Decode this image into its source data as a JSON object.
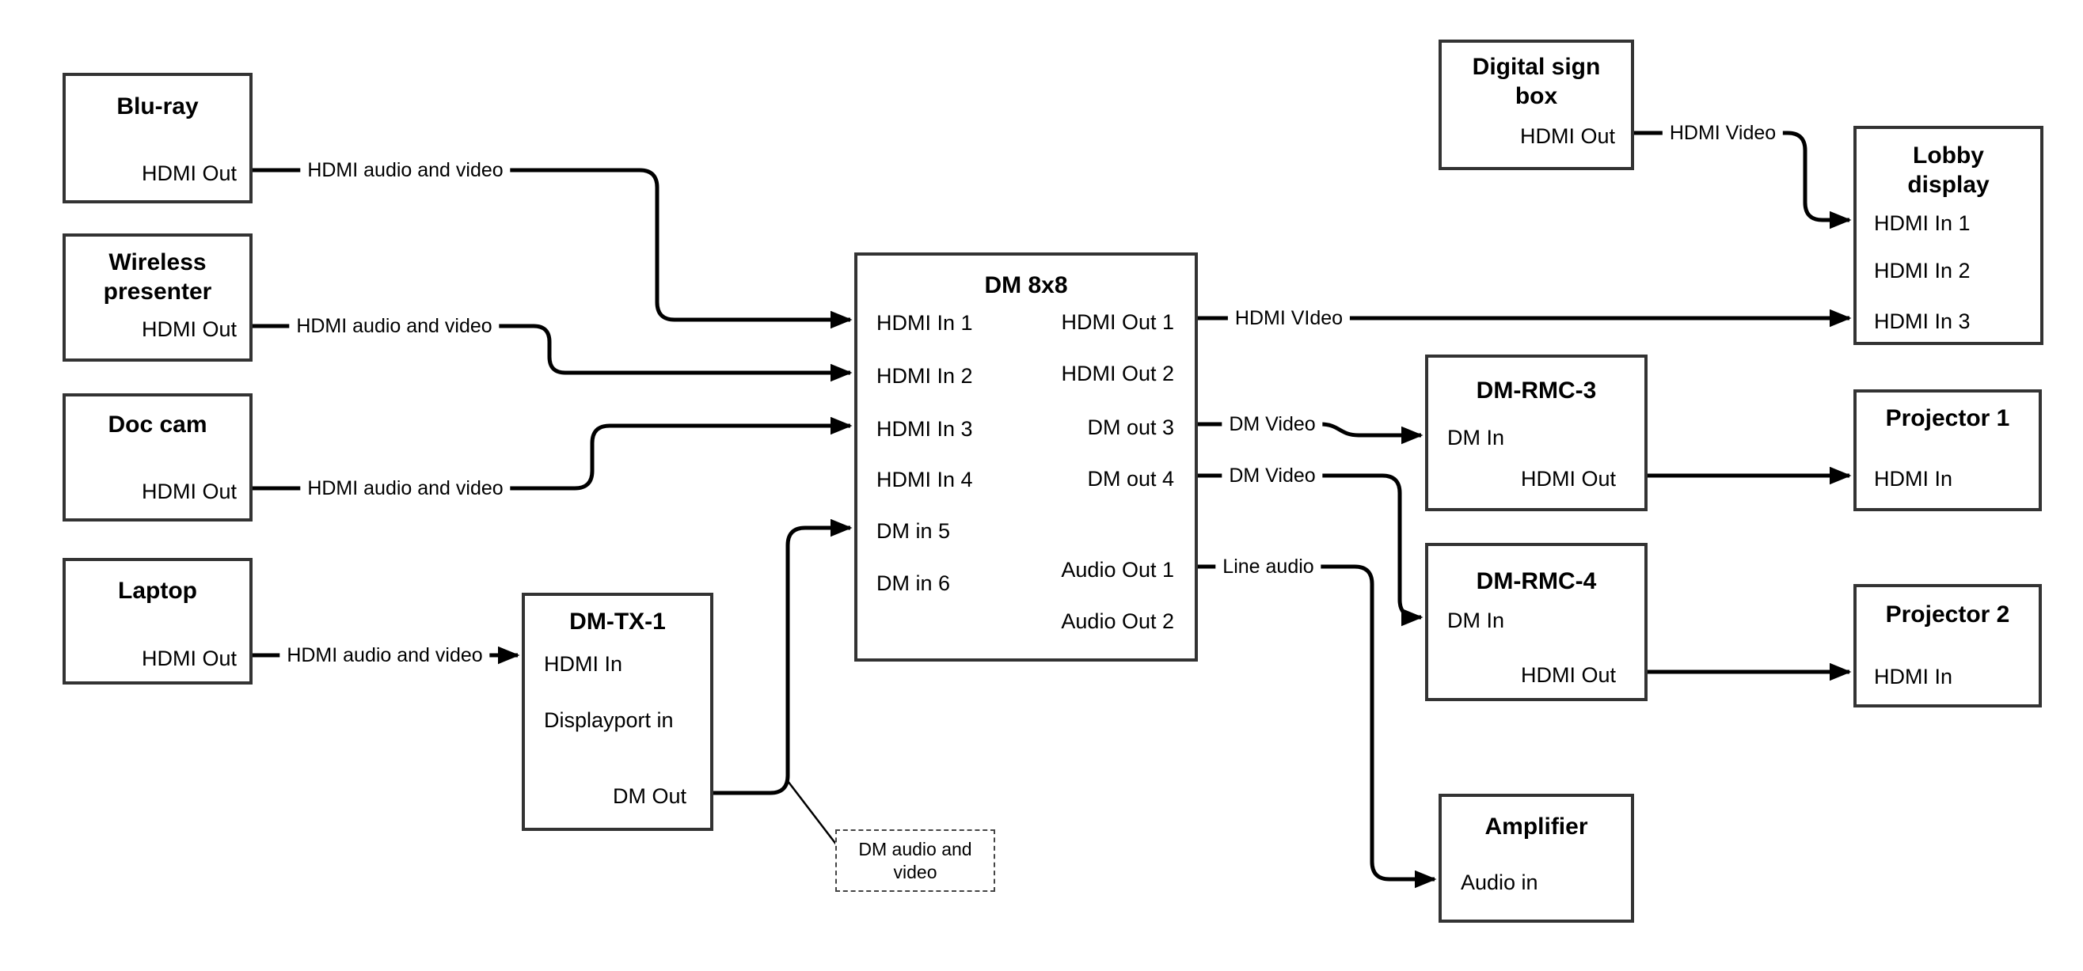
{
  "colors": {
    "line": "#000000",
    "box_border": "#333333",
    "background": "#ffffff"
  },
  "nodes": {
    "bluray": {
      "title": "Blu-ray",
      "ports": {
        "hdmi_out": "HDMI Out"
      }
    },
    "wireless": {
      "title": "Wireless presenter",
      "ports": {
        "hdmi_out": "HDMI Out"
      }
    },
    "doccam": {
      "title": "Doc cam",
      "ports": {
        "hdmi_out": "HDMI Out"
      }
    },
    "laptop": {
      "title": "Laptop",
      "ports": {
        "hdmi_out": "HDMI Out"
      }
    },
    "dmtx1": {
      "title": "DM-TX-1",
      "ports": {
        "hdmi_in": "HDMI In",
        "displayport_in": "Displayport in",
        "dm_out": "DM Out"
      }
    },
    "dm8x8": {
      "title": "DM 8x8",
      "ports": {
        "hdmi_in_1": "HDMI In 1",
        "hdmi_in_2": "HDMI In 2",
        "hdmi_in_3": "HDMI In 3",
        "hdmi_in_4": "HDMI In 4",
        "dm_in_5": "DM in 5",
        "dm_in_6": "DM in 6",
        "hdmi_out_1": "HDMI Out 1",
        "hdmi_out_2": "HDMI Out 2",
        "dm_out_3": "DM out 3",
        "dm_out_4": "DM out 4",
        "audio_out_1": "Audio Out 1",
        "audio_out_2": "Audio Out 2"
      }
    },
    "digital_sign": {
      "title": "Digital sign box",
      "ports": {
        "hdmi_out": "HDMI Out"
      }
    },
    "lobby": {
      "title": "Lobby display",
      "ports": {
        "hdmi_in_1": "HDMI In 1",
        "hdmi_in_2": "HDMI In 2",
        "hdmi_in_3": "HDMI In 3"
      }
    },
    "rmc3": {
      "title": "DM-RMC-3",
      "ports": {
        "dm_in": "DM In",
        "hdmi_out": "HDMI Out"
      }
    },
    "proj1": {
      "title": "Projector 1",
      "ports": {
        "hdmi_in": "HDMI In"
      }
    },
    "rmc4": {
      "title": "DM-RMC-4",
      "ports": {
        "dm_in": "DM In",
        "hdmi_out": "HDMI Out"
      }
    },
    "proj2": {
      "title": "Projector 2",
      "ports": {
        "hdmi_in": "HDMI In"
      }
    },
    "amplifier": {
      "title": "Amplifier",
      "ports": {
        "audio_in": "Audio in"
      }
    }
  },
  "wire_labels": {
    "bluray_to_dm8x8": "HDMI audio and video",
    "wireless_to_dm8x8": "HDMI audio and video",
    "doccam_to_dm8x8": "HDMI audio and video",
    "laptop_to_dmtx1": "HDMI audio and video",
    "hdmi_out1_to_lobby": "HDMI VIdeo",
    "digital_sign_to_lobby": "HDMI Video",
    "dm_out3_to_rmc3": "DM Video",
    "dm_out4_to_rmc4": "DM Video",
    "audio_out1_to_amplifier": "Line audio"
  },
  "callout": {
    "text": "DM audio and video"
  }
}
